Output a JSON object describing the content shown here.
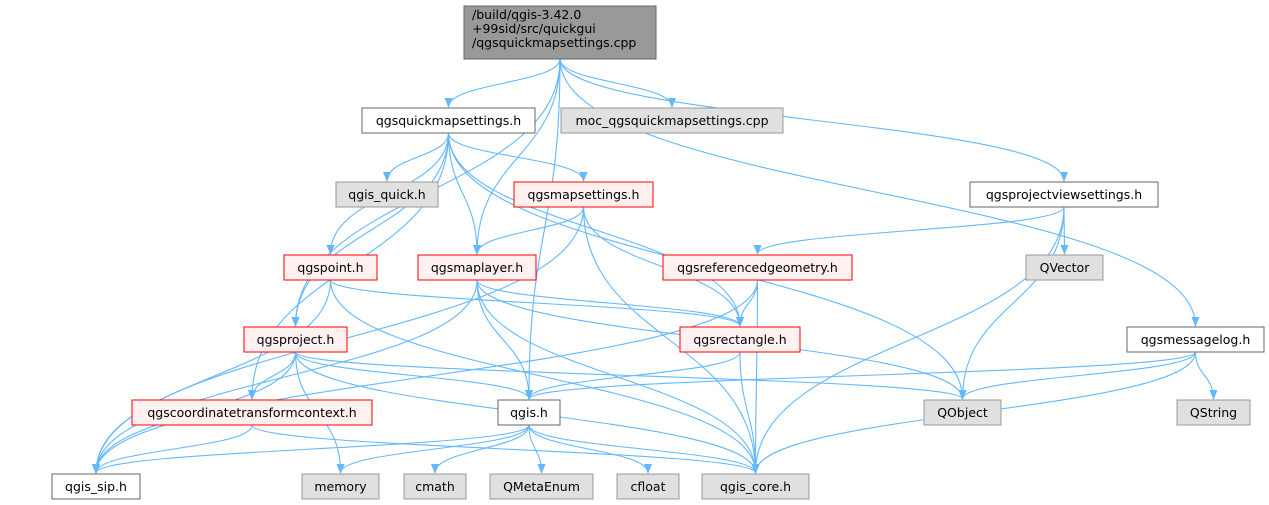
{
  "graph": {
    "colors": {
      "edge": "#63b8ff",
      "root_fill": "#999999",
      "root_border": "#666666",
      "plain_fill": "#ffffff",
      "plain_border": "#666666",
      "red_fill": "#fff0f0",
      "red_border": "#ff0000",
      "gray_fill": "#e0e0e0",
      "gray_border": "#999999"
    },
    "nodes": [
      {
        "id": "root",
        "style": "root",
        "lines": [
          "/build/qgis-3.42.0",
          "+99sid/src/quickgui",
          "/qgsquickmapsettings.cpp"
        ]
      },
      {
        "id": "qgsquickmapsettings_h",
        "style": "plain",
        "lines": [
          "qgsquickmapsettings.h"
        ]
      },
      {
        "id": "moc_cpp",
        "style": "gray",
        "lines": [
          "moc_qgsquickmapsettings.cpp"
        ]
      },
      {
        "id": "qgsprojectviewsettings_h",
        "style": "plain",
        "lines": [
          "qgsprojectviewsettings.h"
        ]
      },
      {
        "id": "qgsmessagelog_h",
        "style": "plain",
        "lines": [
          "qgsmessagelog.h"
        ]
      },
      {
        "id": "qgis_quick_h",
        "style": "gray",
        "lines": [
          "qgis_quick.h"
        ]
      },
      {
        "id": "qgsmapsettings_h",
        "style": "red",
        "lines": [
          "qgsmapsettings.h"
        ]
      },
      {
        "id": "qgspoint_h",
        "style": "red",
        "lines": [
          "qgspoint.h"
        ]
      },
      {
        "id": "qgsmaplayer_h",
        "style": "red",
        "lines": [
          "qgsmaplayer.h"
        ]
      },
      {
        "id": "qgsreferencedgeometry_h",
        "style": "red",
        "lines": [
          "qgsreferencedgeometry.h"
        ]
      },
      {
        "id": "qvector",
        "style": "gray",
        "lines": [
          "QVector"
        ]
      },
      {
        "id": "qgsproject_h",
        "style": "red",
        "lines": [
          "qgsproject.h"
        ]
      },
      {
        "id": "qgsrectangle_h",
        "style": "red",
        "lines": [
          "qgsrectangle.h"
        ]
      },
      {
        "id": "qgscoordinatetransformcontext_h",
        "style": "red",
        "lines": [
          "qgscoordinatetransformcontext.h"
        ]
      },
      {
        "id": "qgis_h",
        "style": "plain",
        "lines": [
          "qgis.h"
        ]
      },
      {
        "id": "qobject",
        "style": "gray",
        "lines": [
          "QObject"
        ]
      },
      {
        "id": "qstring",
        "style": "gray",
        "lines": [
          "QString"
        ]
      },
      {
        "id": "qgis_sip_h",
        "style": "plain",
        "lines": [
          "qgis_sip.h"
        ]
      },
      {
        "id": "memory",
        "style": "gray",
        "lines": [
          "memory"
        ]
      },
      {
        "id": "cmath",
        "style": "gray",
        "lines": [
          "cmath"
        ]
      },
      {
        "id": "qmetaenum",
        "style": "gray",
        "lines": [
          "QMetaEnum"
        ]
      },
      {
        "id": "cfloat",
        "style": "gray",
        "lines": [
          "cfloat"
        ]
      },
      {
        "id": "qgis_core_h",
        "style": "gray",
        "lines": [
          "qgis_core.h"
        ]
      }
    ],
    "edges": [
      [
        "root",
        "qgsquickmapsettings_h"
      ],
      [
        "root",
        "moc_cpp"
      ],
      [
        "root",
        "qgsprojectviewsettings_h"
      ],
      [
        "root",
        "qgsmessagelog_h"
      ],
      [
        "root",
        "qgsmaplayer_h"
      ],
      [
        "root",
        "qgis_h"
      ],
      [
        "root",
        "qgsproject_h"
      ],
      [
        "qgsquickmapsettings_h",
        "qgis_quick_h"
      ],
      [
        "qgsquickmapsettings_h",
        "qgsmapsettings_h"
      ],
      [
        "qgsquickmapsettings_h",
        "qgsmaplayer_h"
      ],
      [
        "qgsquickmapsettings_h",
        "qgspoint_h"
      ],
      [
        "qgsquickmapsettings_h",
        "qgsrectangle_h"
      ],
      [
        "qgsquickmapsettings_h",
        "qgsproject_h"
      ],
      [
        "qgsquickmapsettings_h",
        "qgscoordinatetransformcontext_h"
      ],
      [
        "qgsquickmapsettings_h",
        "qobject"
      ],
      [
        "qgsmapsettings_h",
        "qgsmaplayer_h"
      ],
      [
        "qgsmapsettings_h",
        "qgsrectangle_h"
      ],
      [
        "qgsmapsettings_h",
        "qgis_sip_h"
      ],
      [
        "qgsmapsettings_h",
        "qgis_core_h"
      ],
      [
        "qgspoint_h",
        "qgis_sip_h"
      ],
      [
        "qgspoint_h",
        "qgsrectangle_h"
      ],
      [
        "qgspoint_h",
        "qgis_core_h"
      ],
      [
        "qgsmaplayer_h",
        "qgis_h"
      ],
      [
        "qgsmaplayer_h",
        "qgsrectangle_h"
      ],
      [
        "qgsmaplayer_h",
        "qobject"
      ],
      [
        "qgsmaplayer_h",
        "qgis_core_h"
      ],
      [
        "qgsmaplayer_h",
        "qgis_sip_h"
      ],
      [
        "qgsreferencedgeometry_h",
        "qgsrectangle_h"
      ],
      [
        "qgsreferencedgeometry_h",
        "qgis_core_h"
      ],
      [
        "qgsreferencedgeometry_h",
        "qgis_sip_h"
      ],
      [
        "qgsprojectviewsettings_h",
        "qgsreferencedgeometry_h"
      ],
      [
        "qgsprojectviewsettings_h",
        "qvector"
      ],
      [
        "qgsprojectviewsettings_h",
        "qobject"
      ],
      [
        "qgsprojectviewsettings_h",
        "qgis_core_h"
      ],
      [
        "qgsmessagelog_h",
        "qgis_h"
      ],
      [
        "qgsmessagelog_h",
        "qobject"
      ],
      [
        "qgsmessagelog_h",
        "qstring"
      ],
      [
        "qgsmessagelog_h",
        "qgis_core_h"
      ],
      [
        "qgsproject_h",
        "qgscoordinatetransformcontext_h"
      ],
      [
        "qgsproject_h",
        "qgis_h"
      ],
      [
        "qgsproject_h",
        "qobject"
      ],
      [
        "qgsproject_h",
        "qgis_core_h"
      ],
      [
        "qgsproject_h",
        "qgis_sip_h"
      ],
      [
        "qgsproject_h",
        "memory"
      ],
      [
        "qgsrectangle_h",
        "qgis_h"
      ],
      [
        "qgsrectangle_h",
        "qgis_core_h"
      ],
      [
        "qgscoordinatetransformcontext_h",
        "qgis_sip_h"
      ],
      [
        "qgscoordinatetransformcontext_h",
        "qgis_core_h"
      ],
      [
        "qgis_h",
        "qgis_sip_h"
      ],
      [
        "qgis_h",
        "memory"
      ],
      [
        "qgis_h",
        "cmath"
      ],
      [
        "qgis_h",
        "qmetaenum"
      ],
      [
        "qgis_h",
        "cfloat"
      ],
      [
        "qgis_h",
        "qgis_core_h"
      ]
    ]
  }
}
